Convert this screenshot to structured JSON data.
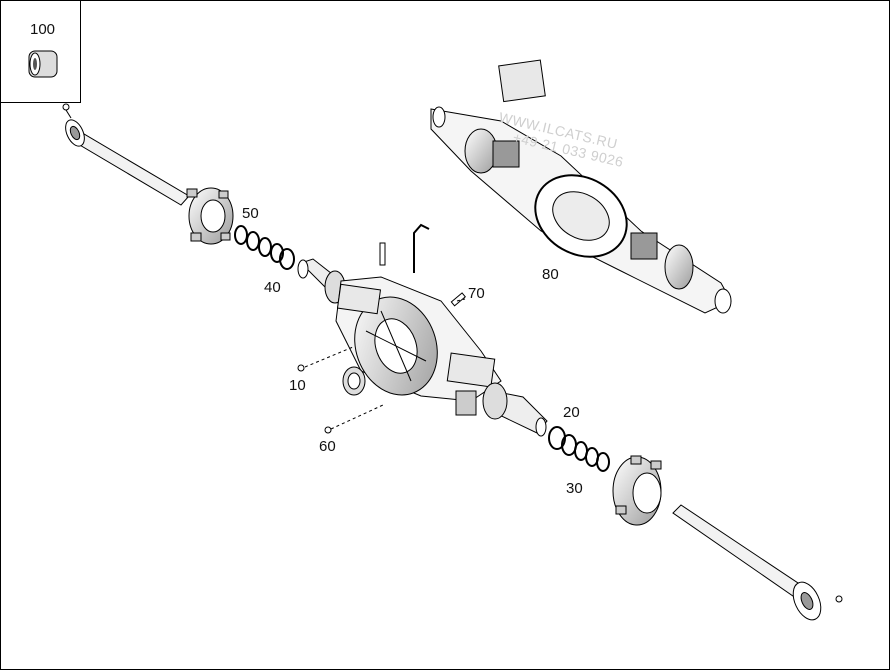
{
  "watermark": {
    "line1": "WWW.ILCATS.RU",
    "line2": "+49 21 0​33 9026"
  },
  "callouts": {
    "c100": "100",
    "c50": "50",
    "c40": "40",
    "c70": "70",
    "c80": "80",
    "c10": "10",
    "c20": "20",
    "c60": "60",
    "c30": "30"
  },
  "colors": {
    "line": "#000000",
    "shade": "#9a9a9a",
    "light": "#e6e6e6",
    "watermark": "#cfcfcf"
  }
}
